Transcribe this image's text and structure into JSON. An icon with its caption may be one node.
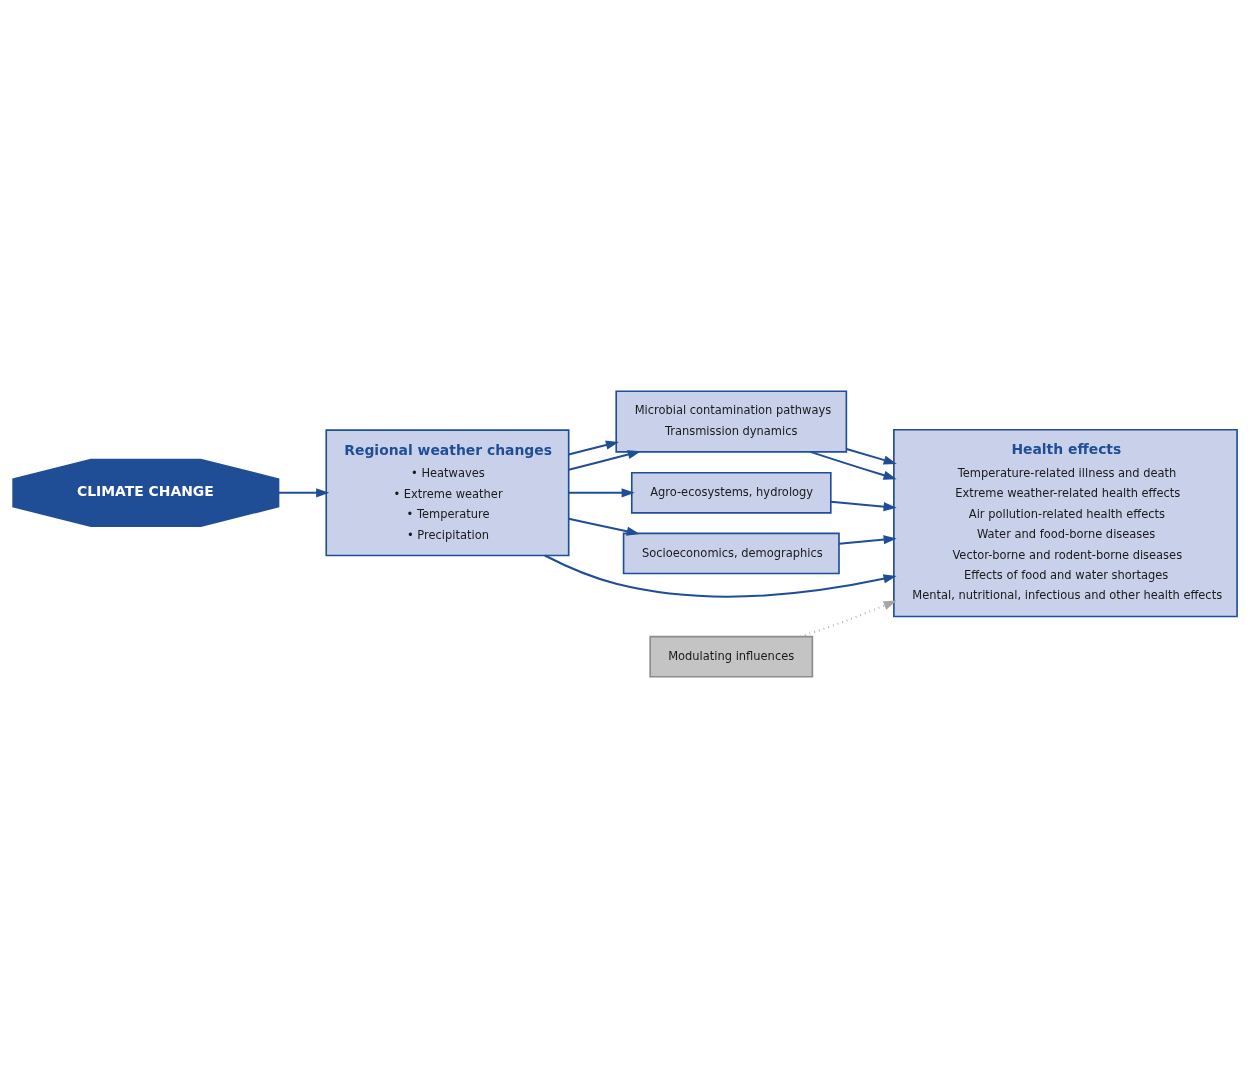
{
  "diagram": {
    "nodes": [
      {
        "text": [
          "CLIMATE CHANGE"
        ]
      },
      {
        "text": [
          "Regional weather changes",
          "• Heatwaves",
          "• Extreme weather",
          "• Temperature",
          "• Precipitation"
        ]
      },
      {
        "text": [
          "Modulating influences"
        ]
      },
      {
        "text": [
          "Microbial contamination pathways",
          "Transmission dynamics"
        ]
      },
      {
        "text": [
          "Agro-ecosystems, hydrology"
        ]
      },
      {
        "text": [
          "Socioeconomics, demographics"
        ]
      },
      {
        "text": [
          "Health effects",
          "Temperature-related illness and death",
          "Extreme weather-related health effects",
          "Air pollution-related health effects",
          "Water and food-borne diseases",
          "Vector-borne and rodent-borne diseases",
          "Effects of food and water shortages",
          "Mental, nutritional, infectious and other health effects"
        ]
      }
    ],
    "edges": [
      {
        "from": 0,
        "to": 1,
        "arrow": "to"
      },
      {
        "from": 1,
        "to": 6,
        "arrow": "to"
      },
      {
        "from": 1,
        "to": 3,
        "arrow": "to"
      },
      {
        "from": 1,
        "to": 3,
        "arrow": "to"
      },
      {
        "from": 1,
        "to": 4,
        "arrow": "to"
      },
      {
        "from": 1,
        "to": 5,
        "arrow": "to"
      },
      {
        "from": 3,
        "to": 6,
        "arrow": "to"
      },
      {
        "from": 3,
        "to": 6,
        "arrow": "to"
      },
      {
        "from": 4,
        "to": 6,
        "arrow": "to"
      },
      {
        "from": 5,
        "to": 6,
        "arrow": "to"
      },
      {
        "from": 2,
        "to": 6,
        "arrow": "to",
        "style": "dashed",
        "color": "#a6a6a6"
      }
    ]
  }
}
